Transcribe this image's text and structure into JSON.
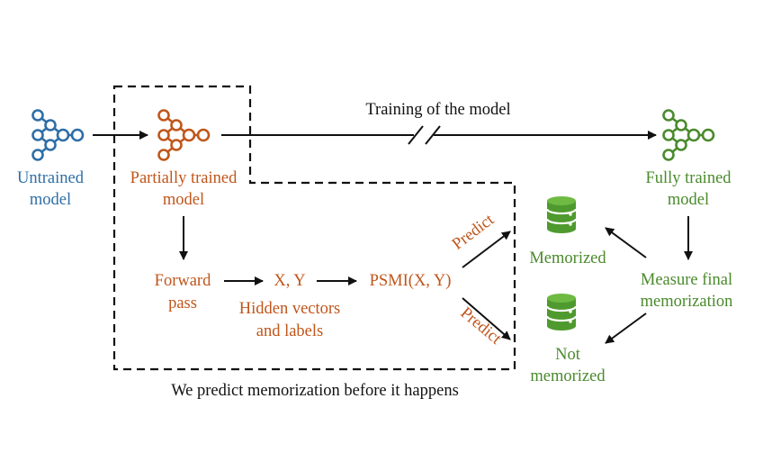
{
  "colors": {
    "untrained": "#2e6ea6",
    "partial": "#c0561b",
    "trained": "#4a8a2c",
    "line": "#111111"
  },
  "icons": {
    "untrained_model": "neural-network-icon",
    "partial_model": "neural-network-icon",
    "trained_model": "neural-network-icon",
    "memorized_db": "database-icon",
    "not_memorized_db": "database-icon"
  },
  "untrained": {
    "line1": "Untrained",
    "line2": "model"
  },
  "partial": {
    "line1": "Partially trained",
    "line2": "model"
  },
  "training_label": "Training of the model",
  "trained": {
    "line1": "Fully trained",
    "line2": "model"
  },
  "forward": {
    "line1": "Forward",
    "line2": "pass"
  },
  "xy": "X, Y",
  "hidden": {
    "line1": "Hidden vectors",
    "line2": "and labels"
  },
  "psmi": "PSMI(X, Y)",
  "predict_top": "Predict",
  "predict_bottom": "Predict",
  "memorized": "Memorized",
  "not_memorized": {
    "line1": "Not",
    "line2": "memorized"
  },
  "measure": {
    "line1": "Measure final",
    "line2": "memorization"
  },
  "caption": "We predict memorization before it happens"
}
